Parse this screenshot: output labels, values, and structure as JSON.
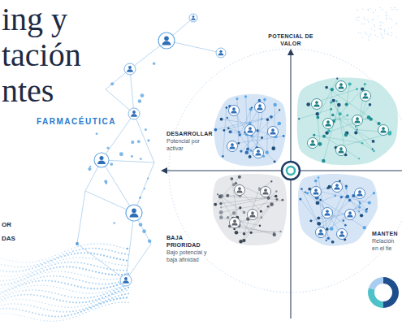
{
  "diagram": {
    "title": "ing y tación ntes",
    "nodes": [
      {
        "text": [
          "DESARROLLAR",
          "Potencial por activar"
        ]
      },
      {
        "text": [
          "BAJA PRIORIDAD",
          "Bajo potencial y baja afinidad"
        ]
      },
      {
        "text": [
          "MANTEN",
          "Relación en el tie"
        ]
      }
    ],
    "labels": [
      "POTENCIAL DE VALOR",
      "FARMACÉUTICA",
      "OR",
      "DAS"
    ]
  }
}
